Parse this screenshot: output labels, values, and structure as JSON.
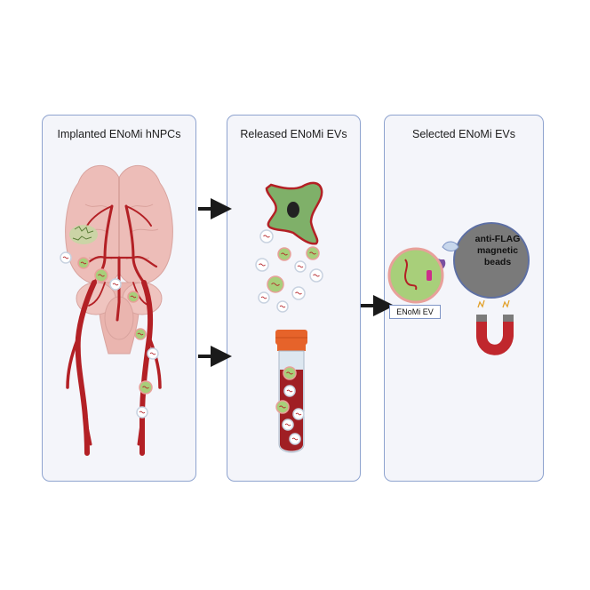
{
  "panels": [
    {
      "title": "Implanted ENoMi hNPCs"
    },
    {
      "title": "Released ENoMi EVs"
    },
    {
      "title": "Selected ENoMi EVs"
    }
  ],
  "beads": {
    "line1": "anti-FLAG",
    "line2": "magnetic",
    "line3": "beads"
  },
  "ev_label": "ENoMi EV",
  "colors": {
    "panel_border": "#8ea3cf",
    "panel_fill": "#f4f5fa",
    "brain": "#edbdb8",
    "vessel": "#b32025",
    "ev_green": "#a8cf7a",
    "cell_green": "#7fb069",
    "bead_gray": "#7a7a7a",
    "cap_orange": "#e6632a"
  }
}
